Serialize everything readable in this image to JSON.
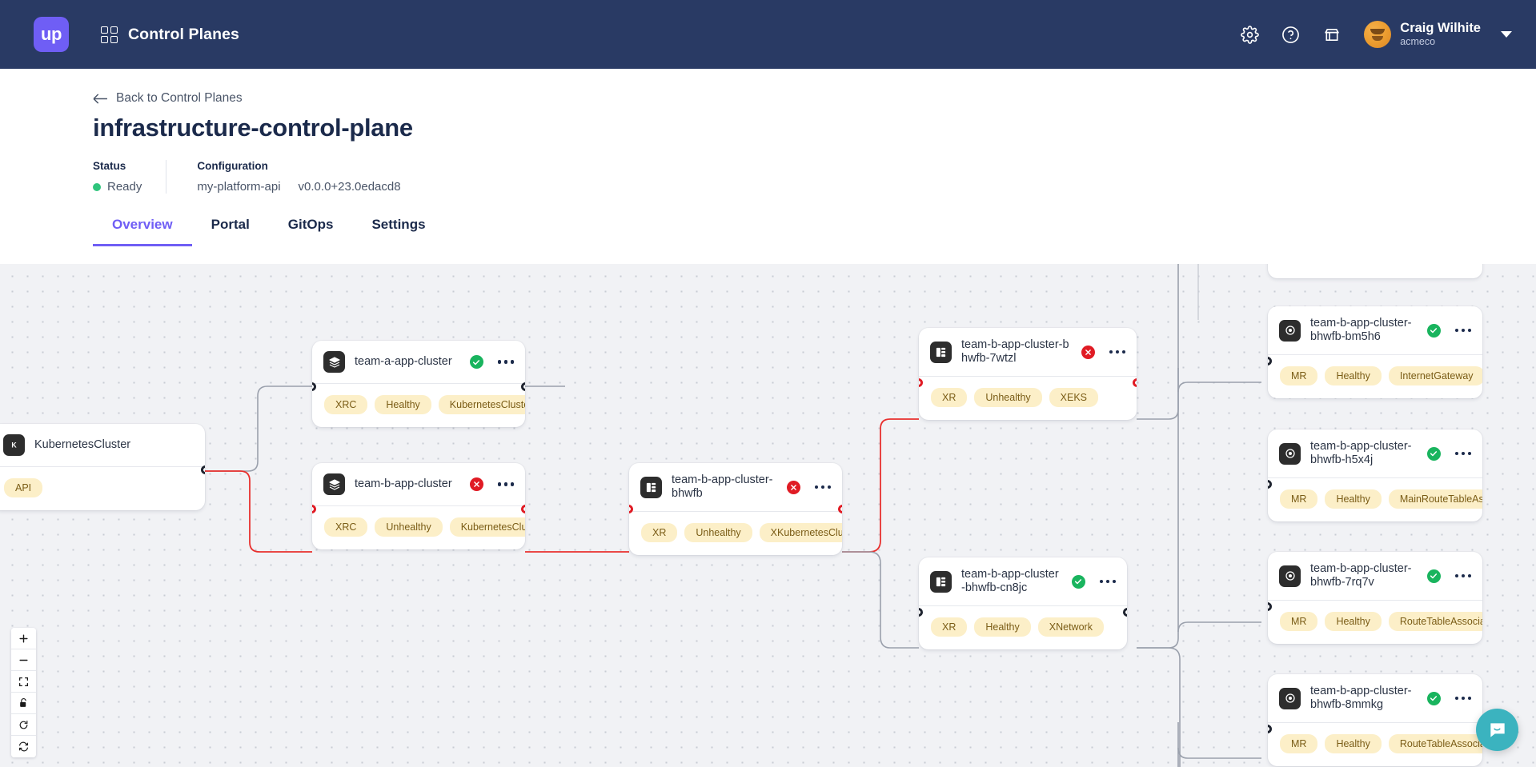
{
  "topnav": {
    "logo_text": "up",
    "app_title": "Control Planes",
    "icons": [
      "gear-icon",
      "help-icon",
      "marketplace-icon"
    ],
    "user": {
      "name": "Craig Wilhite",
      "org": "acmeco"
    }
  },
  "header": {
    "back_label": "Back to Control Planes",
    "title": "infrastructure-control-plane",
    "status_label": "Status",
    "status_value": "Ready",
    "status_color": "#2fc47c",
    "configuration_label": "Configuration",
    "configuration_name": "my-platform-api",
    "configuration_version": "v0.0.0+23.0edacd8"
  },
  "tabs": [
    {
      "label": "Overview",
      "active": true
    },
    {
      "label": "Portal",
      "active": false
    },
    {
      "label": "GitOps",
      "active": false
    },
    {
      "label": "Settings",
      "active": false
    }
  ],
  "accent_color": "#6f5ef5",
  "graph": {
    "nodes": [
      {
        "id": "kubernetescluster",
        "title": "KubernetesCluster",
        "icon": "kubernetes-icon",
        "status": "none",
        "tags": [
          "API"
        ]
      },
      {
        "id": "team-a-app-cluster",
        "title": "team-a-app-cluster",
        "icon": "stack-icon",
        "status": "healthy",
        "tags": [
          "XRC",
          "Healthy",
          "KubernetesCluster"
        ]
      },
      {
        "id": "team-b-app-cluster",
        "title": "team-b-app-cluster",
        "icon": "stack-icon",
        "status": "unhealthy",
        "tags": [
          "XRC",
          "Unhealthy",
          "KubernetesCluster"
        ]
      },
      {
        "id": "team-b-app-cluster-bhwfb",
        "title": "team-b-app-cluster-bhwfb",
        "icon": "composite-icon",
        "status": "unhealthy",
        "tags": [
          "XR",
          "Unhealthy",
          "XKubernetesCluster"
        ]
      },
      {
        "id": "team-b-app-cluster-bhwfb-7wtzl",
        "title": "team-b-app-cluster-bhwfb-7wtzl",
        "icon": "composite-icon",
        "status": "unhealthy",
        "tags": [
          "XR",
          "Unhealthy",
          "XEKS"
        ]
      },
      {
        "id": "team-b-app-cluster-bhwfb-cn8jc",
        "title": "team-b-app-cluster-bhwfb-cn8jc",
        "icon": "composite-icon",
        "status": "healthy",
        "tags": [
          "XR",
          "Healthy",
          "XNetwork"
        ]
      },
      {
        "id": "team-b-app-cluster-bhwfb-bm5h6",
        "title": "team-b-app-cluster-bhwfb-bm5h6",
        "icon": "managed-resource-icon",
        "status": "healthy",
        "tags": [
          "MR",
          "Healthy",
          "InternetGateway"
        ]
      },
      {
        "id": "team-b-app-cluster-bhwfb-h5x4j",
        "title": "team-b-app-cluster-bhwfb-h5x4j",
        "icon": "managed-resource-icon",
        "status": "healthy",
        "tags": [
          "MR",
          "Healthy",
          "MainRouteTableAssociation"
        ]
      },
      {
        "id": "team-b-app-cluster-bhwfb-7rq7v",
        "title": "team-b-app-cluster-bhwfb-7rq7v",
        "icon": "managed-resource-icon",
        "status": "healthy",
        "tags": [
          "MR",
          "Healthy",
          "RouteTableAssociation"
        ]
      },
      {
        "id": "team-b-app-cluster-bhwfb-8mmkg",
        "title": "team-b-app-cluster-bhwfb-8mmkg",
        "icon": "managed-resource-icon",
        "status": "healthy",
        "tags": [
          "MR",
          "Healthy",
          "RouteTableAssociation"
        ]
      }
    ],
    "edge_colors": {
      "healthy": "#9aa0ac",
      "unhealthy": "#e8302e"
    },
    "controls": [
      "zoom-in-button",
      "zoom-out-button",
      "fit-view-button",
      "lock-button",
      "refresh-button",
      "sync-button"
    ]
  },
  "chat": {
    "name": "chat-launcher"
  }
}
